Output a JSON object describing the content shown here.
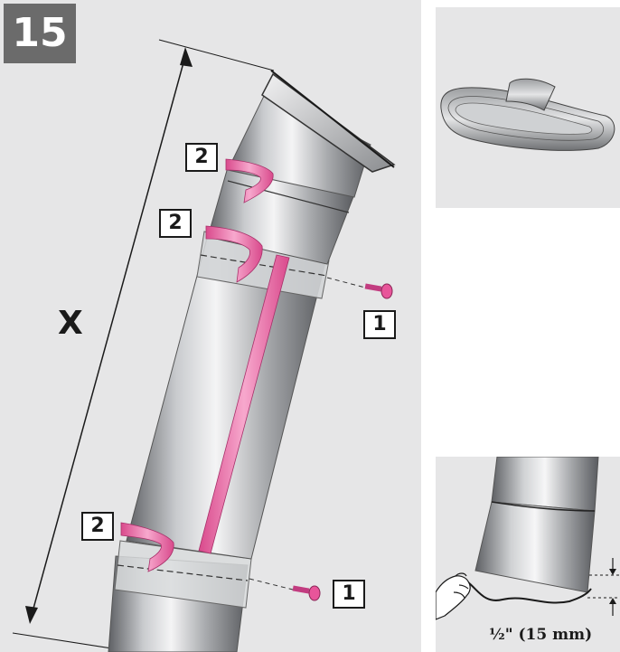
{
  "step": {
    "number": "15"
  },
  "callouts": {
    "screw": "1",
    "tape": "2"
  },
  "dimensions": {
    "length_label": "X",
    "gap_label": "½\" (15 mm)"
  },
  "colors": {
    "panel_bg": "#e6e6e7",
    "badge_bg": "#6b6b6b",
    "tape_pink": "#e8559a",
    "pipe_gray": "#a9abae"
  },
  "icons": [
    "screw-icon",
    "tape-roll-icon",
    "hand-icon",
    "string-icon"
  ]
}
